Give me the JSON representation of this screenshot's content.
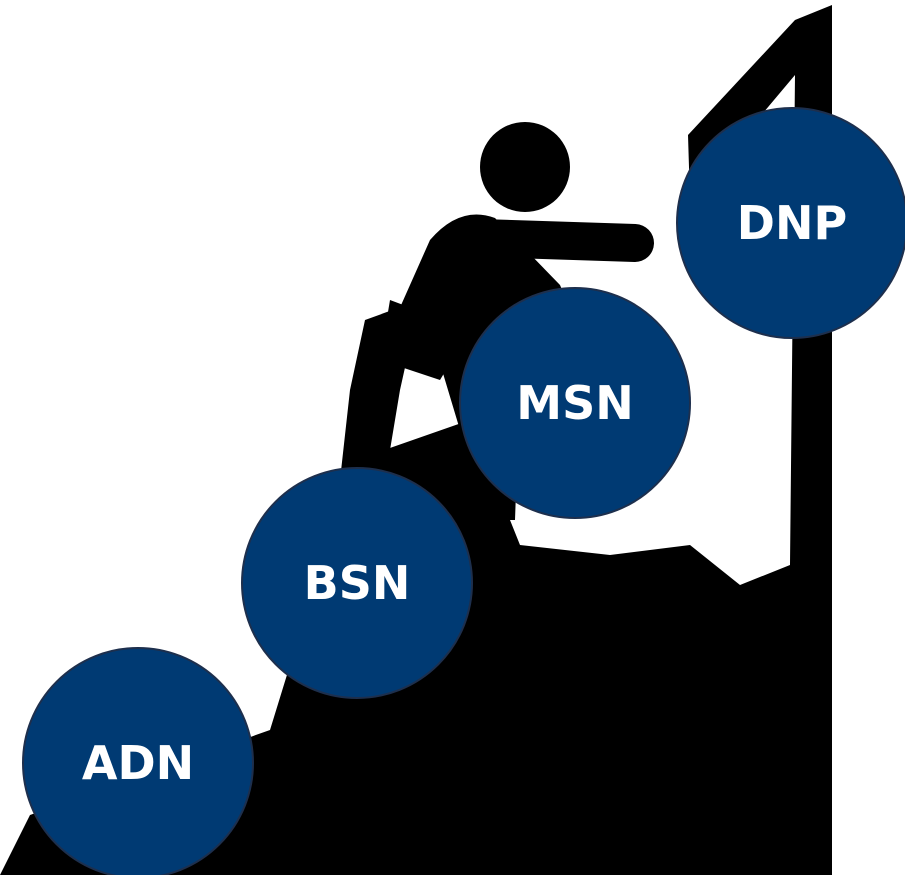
{
  "colors": {
    "circle_fill": "#003a73",
    "silhouette": "#000000",
    "label_text": "#ffffff",
    "background": "#ffffff"
  },
  "icons": {
    "figure": "climbing-person-icon",
    "terrain": "mountain-slope-icon"
  },
  "steps": [
    {
      "label": "ADN"
    },
    {
      "label": "BSN"
    },
    {
      "label": "MSN"
    },
    {
      "label": "DNP"
    }
  ]
}
